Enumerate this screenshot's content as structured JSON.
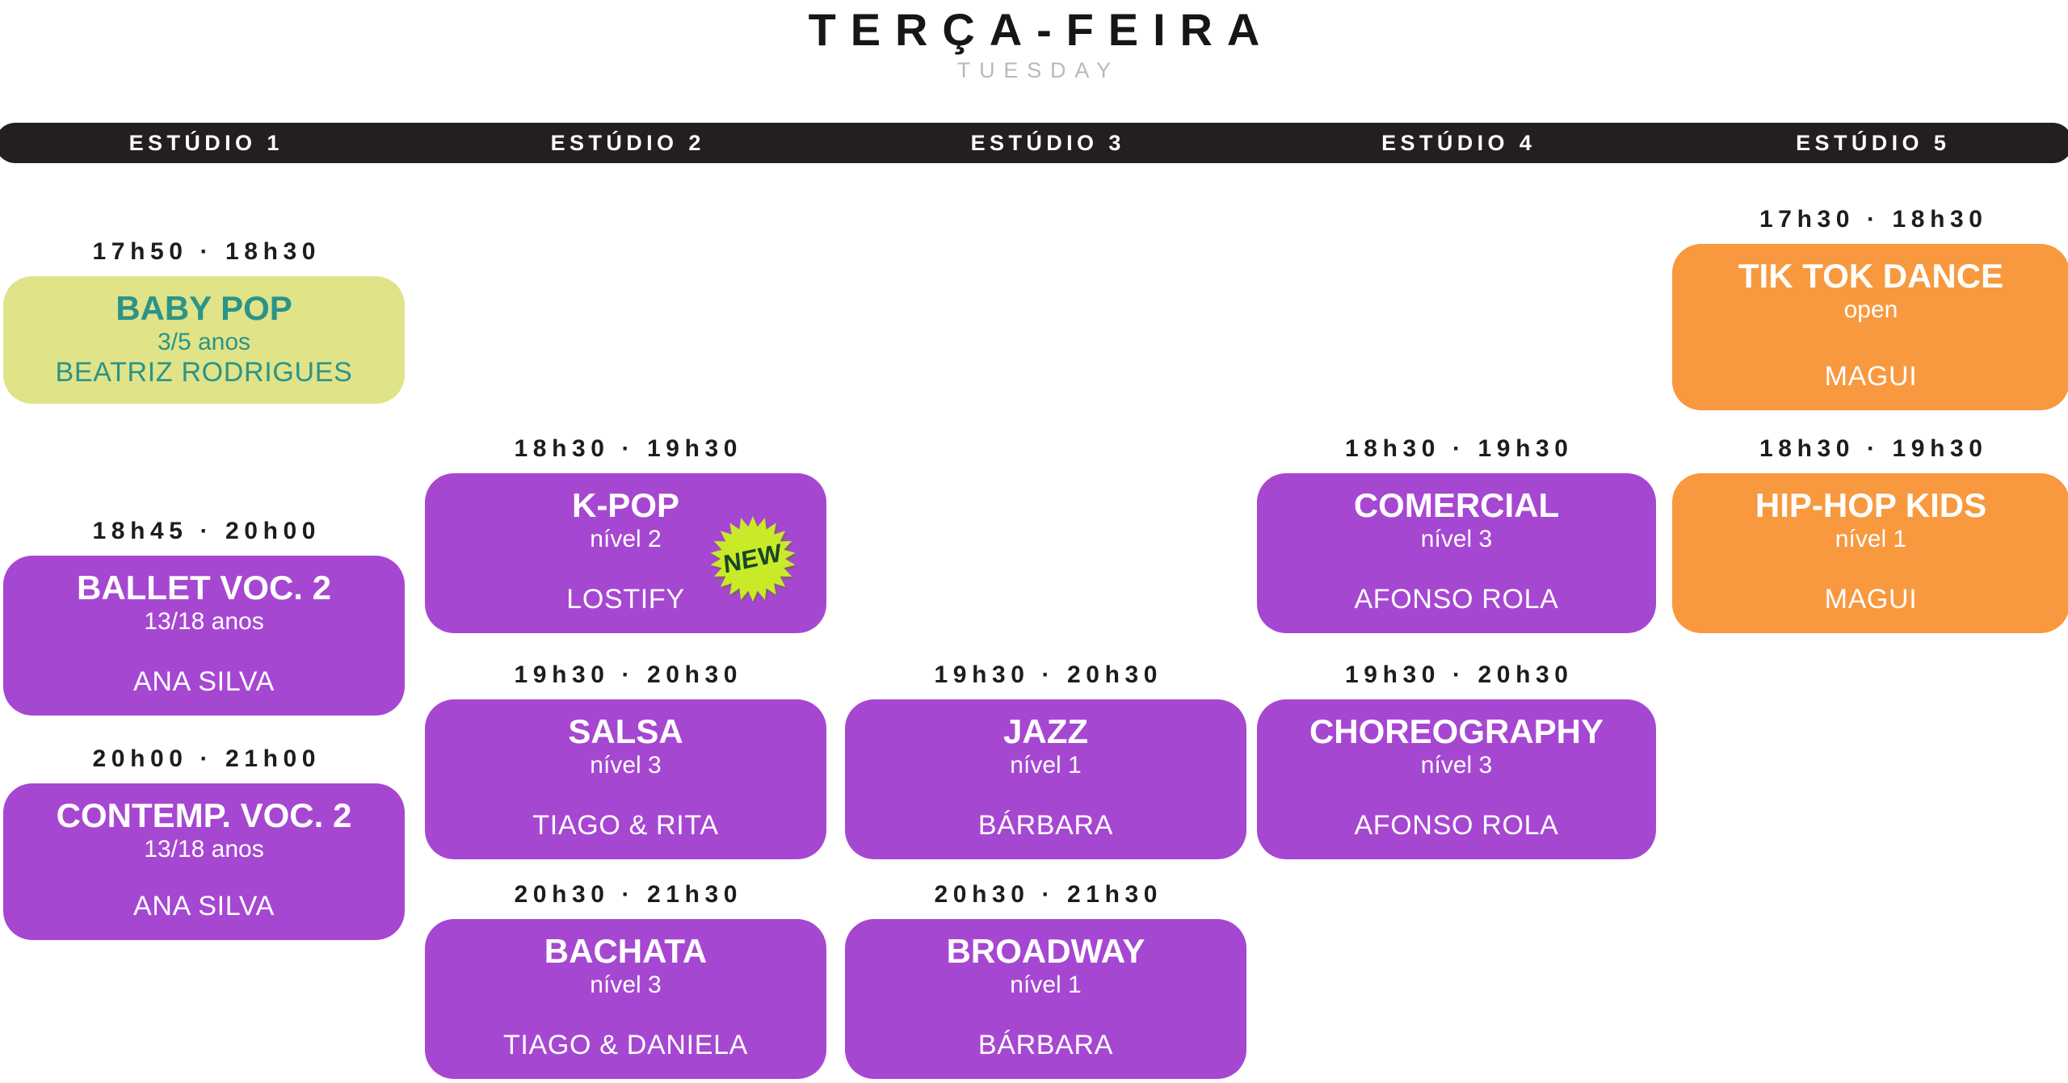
{
  "page": {
    "title": "TERÇA-FEIRA",
    "subtitle": "TUESDAY"
  },
  "colors": {
    "bar": "#231f20",
    "purple": "#a647d2",
    "orange": "#f8993f",
    "green_bg": "#e0e388",
    "green_text": "#2a9488",
    "time_text": "#1d1d1b",
    "badge_bg": "#c9ea28",
    "badge_text": "#17462c"
  },
  "studios": [
    {
      "name": "ESTÚDIO 1",
      "classes": [
        {
          "time": "17h50 · 18h30",
          "name": "BABY POP",
          "detail": "3/5 anos",
          "instructor": "BEATRIZ RODRIGUES",
          "variant": "green"
        },
        {
          "time": "18h45 · 20h00",
          "name": "BALLET VOC. 2",
          "detail": "13/18 anos",
          "instructor": "ANA SILVA",
          "variant": "purple"
        },
        {
          "time": "20h00 · 21h00",
          "name": "CONTEMP. VOC. 2",
          "detail": "13/18 anos",
          "instructor": "ANA SILVA",
          "variant": "purple"
        }
      ]
    },
    {
      "name": "ESTÚDIO 2",
      "classes": [
        {
          "time": "18h30 · 19h30",
          "name": "K-POP",
          "detail": "nível 2",
          "instructor": "LOSTIFY",
          "variant": "purple",
          "badge": "NEW"
        },
        {
          "time": "19h30 · 20h30",
          "name": "SALSA",
          "detail": "nível 3",
          "instructor": "TIAGO & RITA",
          "variant": "purple"
        },
        {
          "time": "20h30 · 21h30",
          "name": "BACHATA",
          "detail": "nível 3",
          "instructor": "TIAGO & DANIELA",
          "variant": "purple"
        }
      ]
    },
    {
      "name": "ESTÚDIO 3",
      "classes": [
        {
          "time": "19h30 · 20h30",
          "name": "JAZZ",
          "detail": "nível 1",
          "instructor": "BÁRBARA",
          "variant": "purple"
        },
        {
          "time": "20h30 · 21h30",
          "name": "BROADWAY",
          "detail": "nível 1",
          "instructor": "BÁRBARA",
          "variant": "purple"
        }
      ]
    },
    {
      "name": "ESTÚDIO 4",
      "classes": [
        {
          "time": "18h30 · 19h30",
          "name": "COMERCIAL",
          "detail": "nível 3",
          "instructor": "AFONSO ROLA",
          "variant": "purple"
        },
        {
          "time": "19h30 · 20h30",
          "name": "CHOREOGRAPHY",
          "detail": "nível 3",
          "instructor": "AFONSO ROLA",
          "variant": "purple"
        }
      ]
    },
    {
      "name": "ESTÚDIO 5",
      "classes": [
        {
          "time": "17h30 · 18h30",
          "name": "TIK TOK DANCE",
          "detail": "open",
          "instructor": "MAGUI",
          "variant": "orange"
        },
        {
          "time": "18h30 · 19h30",
          "name": "HIP-HOP KIDS",
          "detail": "nível 1",
          "instructor": "MAGUI",
          "variant": "orange"
        }
      ]
    }
  ]
}
